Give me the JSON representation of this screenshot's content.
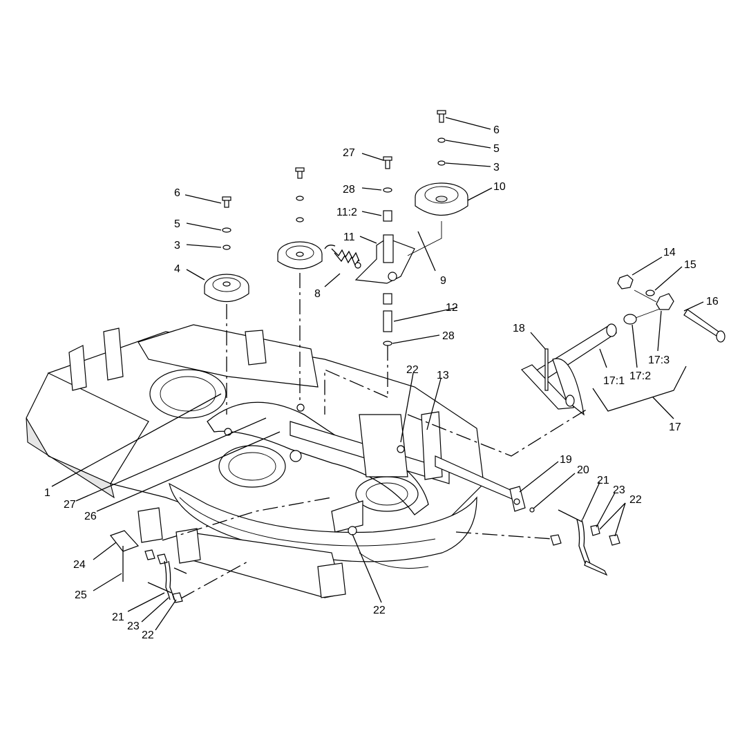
{
  "diagram": {
    "callouts": [
      {
        "id": "c6a",
        "text": "6"
      },
      {
        "id": "c5a",
        "text": "5"
      },
      {
        "id": "c3a",
        "text": "3"
      },
      {
        "id": "c4",
        "text": "4"
      },
      {
        "id": "c27a",
        "text": "27"
      },
      {
        "id": "c28a",
        "text": "28"
      },
      {
        "id": "c11_2",
        "text": "11:2"
      },
      {
        "id": "c11",
        "text": "11"
      },
      {
        "id": "c8",
        "text": "8"
      },
      {
        "id": "c9",
        "text": "9"
      },
      {
        "id": "c6b",
        "text": "6"
      },
      {
        "id": "c5b",
        "text": "5"
      },
      {
        "id": "c3b",
        "text": "3"
      },
      {
        "id": "c10",
        "text": "10"
      },
      {
        "id": "c12",
        "text": "12"
      },
      {
        "id": "c28b",
        "text": "28"
      },
      {
        "id": "c14",
        "text": "14"
      },
      {
        "id": "c15",
        "text": "15"
      },
      {
        "id": "c16",
        "text": "16"
      },
      {
        "id": "c18",
        "text": "18"
      },
      {
        "id": "c17_1",
        "text": "17:1"
      },
      {
        "id": "c17_2",
        "text": "17:2"
      },
      {
        "id": "c17_3",
        "text": "17:3"
      },
      {
        "id": "c17",
        "text": "17"
      },
      {
        "id": "c22a",
        "text": "22"
      },
      {
        "id": "c13",
        "text": "13"
      },
      {
        "id": "c1",
        "text": "1"
      },
      {
        "id": "c27b",
        "text": "27"
      },
      {
        "id": "c26",
        "text": "26"
      },
      {
        "id": "c19",
        "text": "19"
      },
      {
        "id": "c20",
        "text": "20"
      },
      {
        "id": "c21a",
        "text": "21"
      },
      {
        "id": "c23a",
        "text": "23"
      },
      {
        "id": "c22b",
        "text": "22"
      },
      {
        "id": "c24",
        "text": "24"
      },
      {
        "id": "c25",
        "text": "25"
      },
      {
        "id": "c22c",
        "text": "22"
      },
      {
        "id": "c21b",
        "text": "21"
      },
      {
        "id": "c23b",
        "text": "23"
      },
      {
        "id": "c22d",
        "text": "22"
      }
    ]
  }
}
